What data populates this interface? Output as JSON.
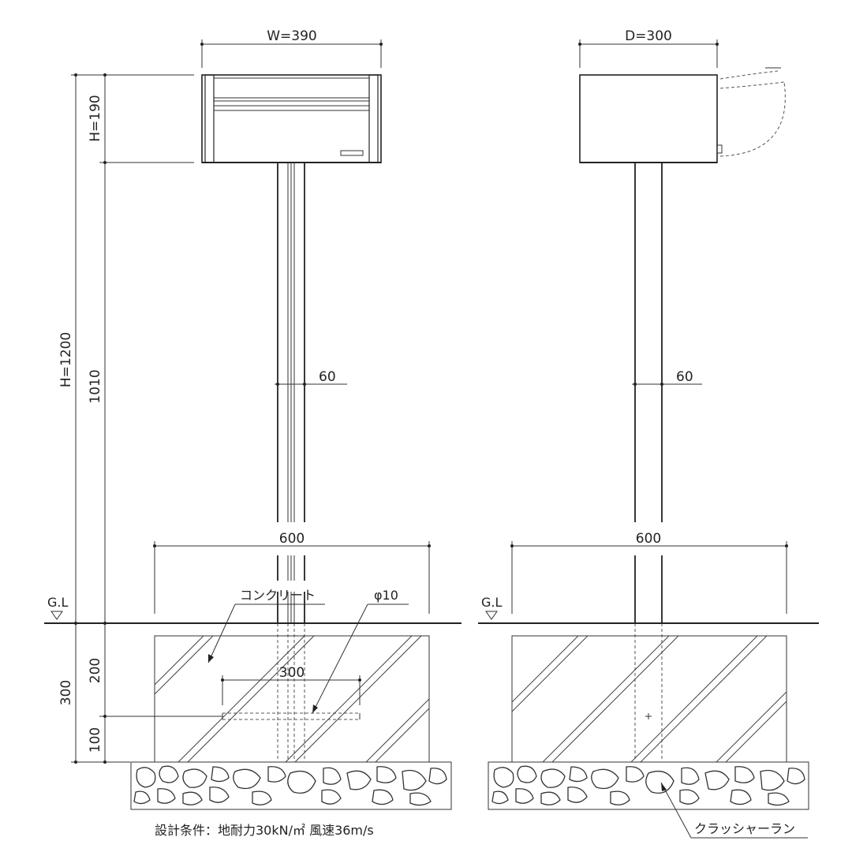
{
  "dimensions": {
    "front_width": "W=390",
    "side_depth": "D=300",
    "box_height": "H=190",
    "total_height": "H=1200",
    "post_height": "1010",
    "post_front": "60",
    "post_side": "60",
    "base_front": "600",
    "base_side": "600",
    "footing_depth": "300",
    "footing_upper": "200",
    "footing_lower": "100",
    "anchor_span": "300"
  },
  "labels": {
    "ground_left": "G.L",
    "ground_right": "G.L",
    "concrete": "コンクリート",
    "anchor_bar": "φ10",
    "crusher_run": "クラッシャーラン",
    "design_conditions": "設計条件：地耐力30kN/㎡ 風速36m/s"
  },
  "colors": {
    "line": "#222222",
    "background": "#ffffff"
  }
}
